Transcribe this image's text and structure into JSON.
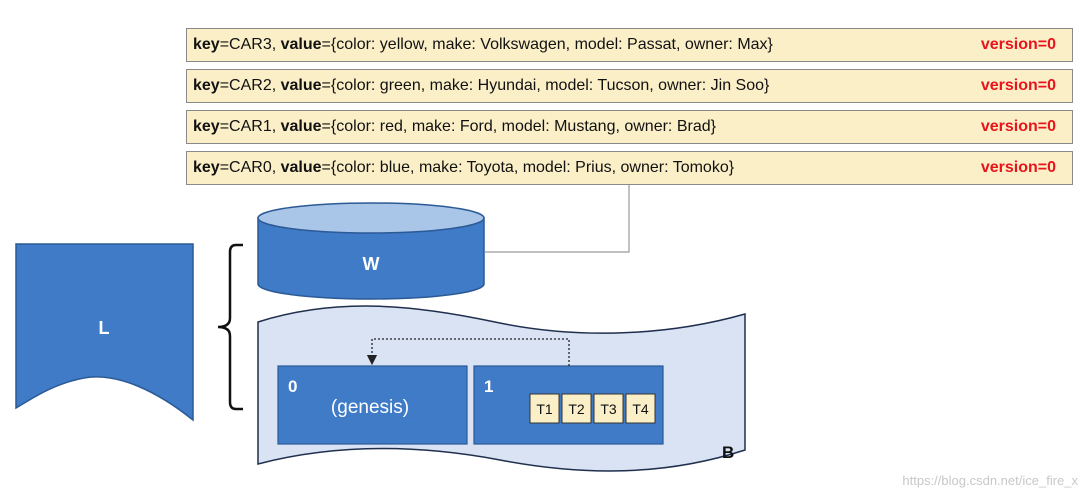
{
  "world_state": {
    "key_label": "key",
    "value_label": "value",
    "rows": [
      {
        "key": "CAR3",
        "value": "{color: yellow, make: Volkswagen, model: Passat, owner: Max}",
        "version": "version=0"
      },
      {
        "key": "CAR2",
        "value": "{color: green, make: Hyundai, model: Tucson, owner: Jin Soo}",
        "version": "version=0"
      },
      {
        "key": "CAR1",
        "value": "{color: red, make: Ford, model: Mustang, owner: Brad}",
        "version": "version=0"
      },
      {
        "key": "CAR0",
        "value": "{color: blue, make: Toyota, model: Prius, owner: Tomoko}",
        "version": "version=0"
      }
    ]
  },
  "ledger": {
    "label": "L"
  },
  "database": {
    "label": "W"
  },
  "blockchain": {
    "label": "B",
    "blocks": [
      {
        "number": "0",
        "caption": "(genesis)",
        "transactions": []
      },
      {
        "number": "1",
        "caption": "",
        "transactions": [
          "T1",
          "T2",
          "T3",
          "T4"
        ]
      }
    ]
  },
  "watermark": "https://blog.csdn.net/ice_fire_x",
  "colors": {
    "row_fill": "#fbefc8",
    "version_red": "#e8141c",
    "shape_blue": "#3f7bc6",
    "chain_fill": "#d9e3f3",
    "tx_fill": "#fbefc8"
  }
}
